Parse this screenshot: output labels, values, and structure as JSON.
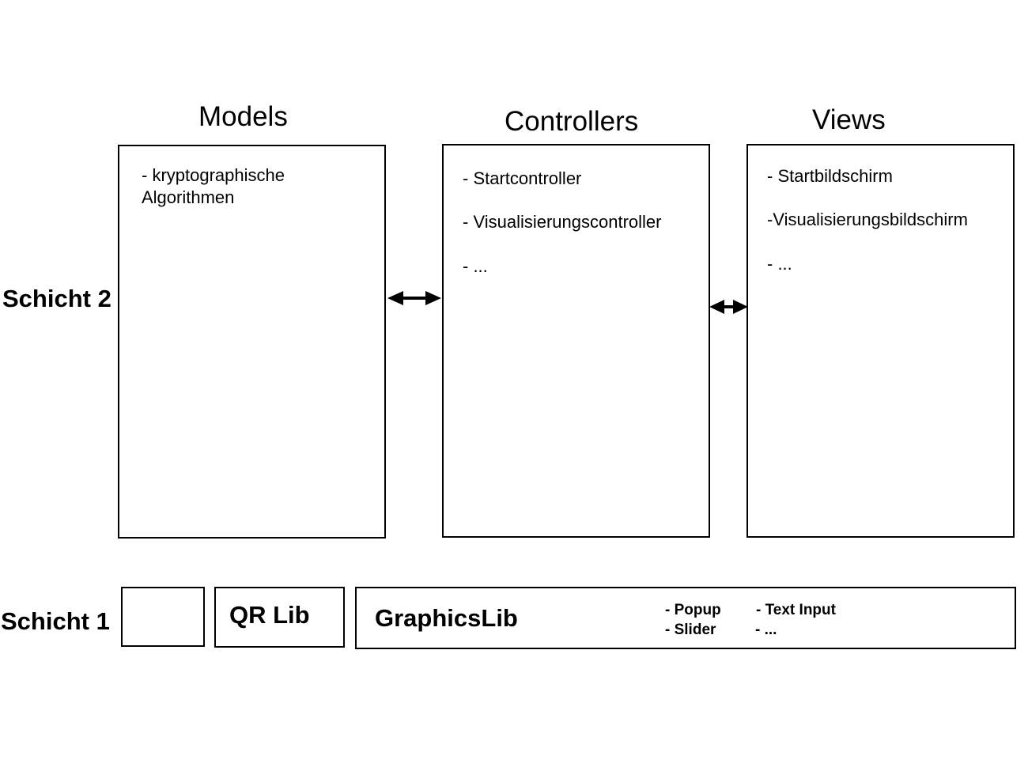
{
  "layers": {
    "layer2": "Schicht 2",
    "layer1": "Schicht 1"
  },
  "models": {
    "title": "Models",
    "items": [
      "- kryptographische",
      "Algorithmen"
    ]
  },
  "controllers": {
    "title": "Controllers",
    "items": [
      "- Startcontroller",
      "- Visualisierungscontroller",
      "- ..."
    ]
  },
  "views": {
    "title": "Views",
    "items": [
      "- Startbildschirm",
      "-Visualisierungsbildschirm",
      "- ..."
    ]
  },
  "libs": {
    "qr": "QR Lib",
    "graphics": {
      "title": "GraphicsLib",
      "widgets": [
        "- Popup",
        "- Text Input",
        "- Slider",
        "- ..."
      ]
    }
  },
  "colors": {
    "stroke": "#000000",
    "background": "#ffffff"
  }
}
